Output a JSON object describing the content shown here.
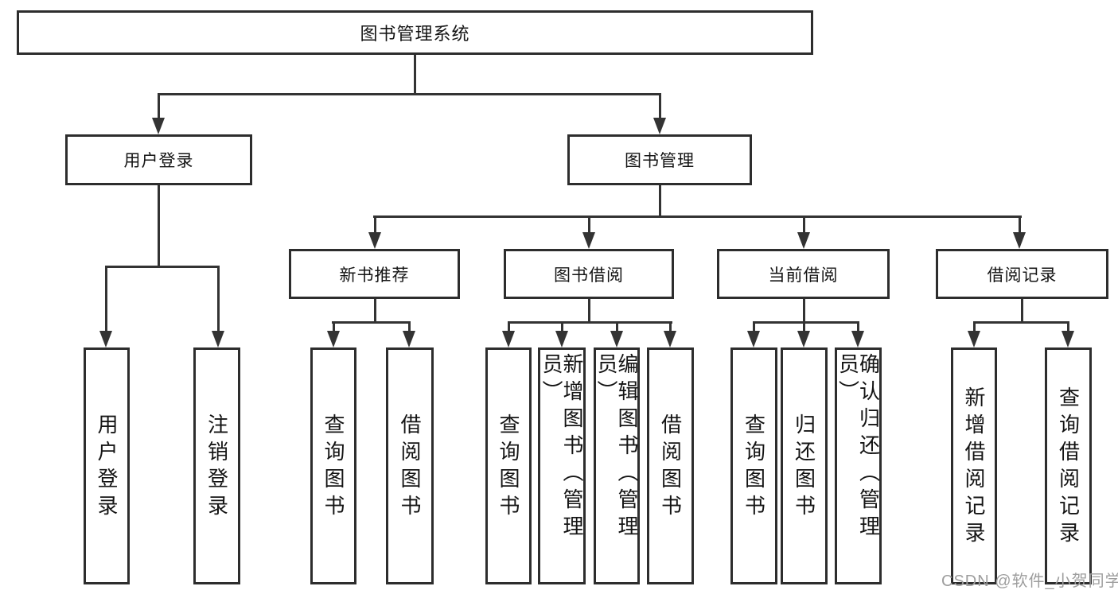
{
  "tree": {
    "root": "图书管理系统",
    "children": [
      {
        "label": "用户登录",
        "children": [
          "用户登录",
          "注销登录"
        ]
      },
      {
        "label": "图书管理",
        "children": [
          {
            "label": "新书推荐",
            "children": [
              "查询图书",
              "借阅图书"
            ]
          },
          {
            "label": "图书借阅",
            "children": [
              "查询图书",
              "新增图书（管理员）",
              "编辑图书（管理员）",
              "借阅图书"
            ]
          },
          {
            "label": "当前借阅",
            "children": [
              "查询图书",
              "归还图书",
              "确认归还（管理员）"
            ]
          },
          {
            "label": "借阅记录",
            "children": [
              "新增借阅记录",
              "查询借阅记录"
            ]
          }
        ]
      }
    ]
  },
  "watermark": {
    "text": "CSDN @软件_小贺同学"
  },
  "colors": {
    "line": "#333333",
    "border": "#2d2d2d",
    "text": "#141414",
    "watermark": "#9e9e9e",
    "background": "#ffffff"
  }
}
